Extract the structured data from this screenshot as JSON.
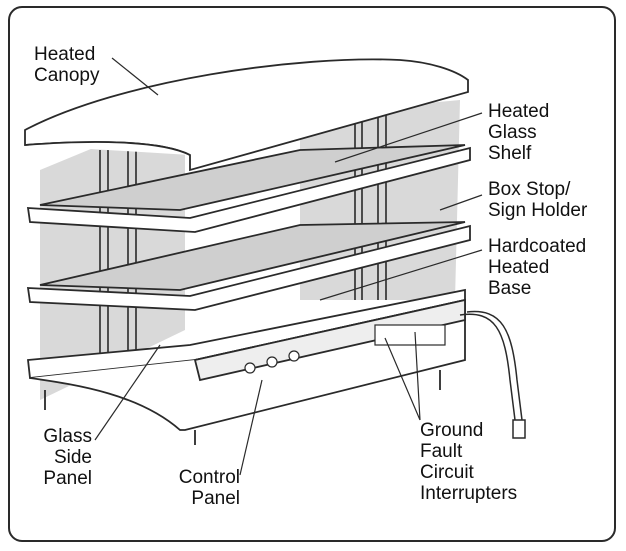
{
  "colors": {
    "outline": "#2a2a2a",
    "glass": "#d9d9d9",
    "panel": "#eeeeee",
    "background": "#ffffff"
  },
  "labels": {
    "heated_canopy": [
      "Heated",
      "Canopy"
    ],
    "heated_glass_shelf": [
      "Heated",
      "Glass",
      "Shelf"
    ],
    "box_stop": [
      "Box Stop/",
      "Sign Holder"
    ],
    "hardcoated_base": [
      "Hardcoated",
      "Heated",
      "Base"
    ],
    "glass_side_panel": [
      "Glass",
      "Side",
      "Panel"
    ],
    "control_panel": [
      "Control",
      "Panel"
    ],
    "gfci": [
      "Ground",
      "Fault",
      "Circuit",
      "Interrupters"
    ]
  }
}
